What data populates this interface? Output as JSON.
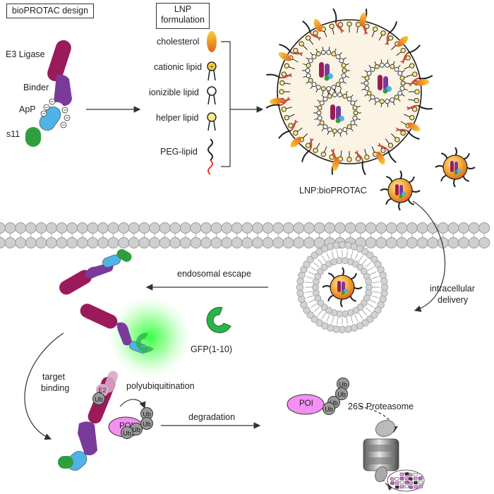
{
  "titles": {
    "design": "bioPROTAC design",
    "lnp_line1": "LNP",
    "lnp_line2": "formulation"
  },
  "design_labels": {
    "e3": "E3 Ligase",
    "binder": "Binder",
    "app": "ApP",
    "s11": "s11"
  },
  "lipids": {
    "cholesterol": "cholesterol",
    "cationic": "cationic lipid",
    "ionizible": "ionizible lipid",
    "helper": "helper lipid",
    "peg": "PEG-lipid"
  },
  "labels": {
    "complex": "LNP:bioPROTAC",
    "endosomal": "endosomal escape",
    "intracellular_1": "intracellular",
    "intracellular_2": "delivery",
    "gfp": "GFP(1-10)",
    "target_1": "target",
    "target_2": "binding",
    "polyub": "polyubiquitination",
    "degradation": "degradation",
    "proteasome": "26S Proteasome",
    "poi": "POI",
    "ub": "Ub",
    "e2": "E2"
  },
  "colors": {
    "e3": "#9b1b5a",
    "binder": "#7a3a9a",
    "app": "#4fb3e8",
    "s11": "#2e9e3e",
    "membrane": "#c8c8c8",
    "poi": "#f48ff4",
    "ub": "#9a9a9a",
    "gfp": "#2bb34a",
    "lnp_core": "#fbf4e4",
    "glow": "#30ff30"
  }
}
